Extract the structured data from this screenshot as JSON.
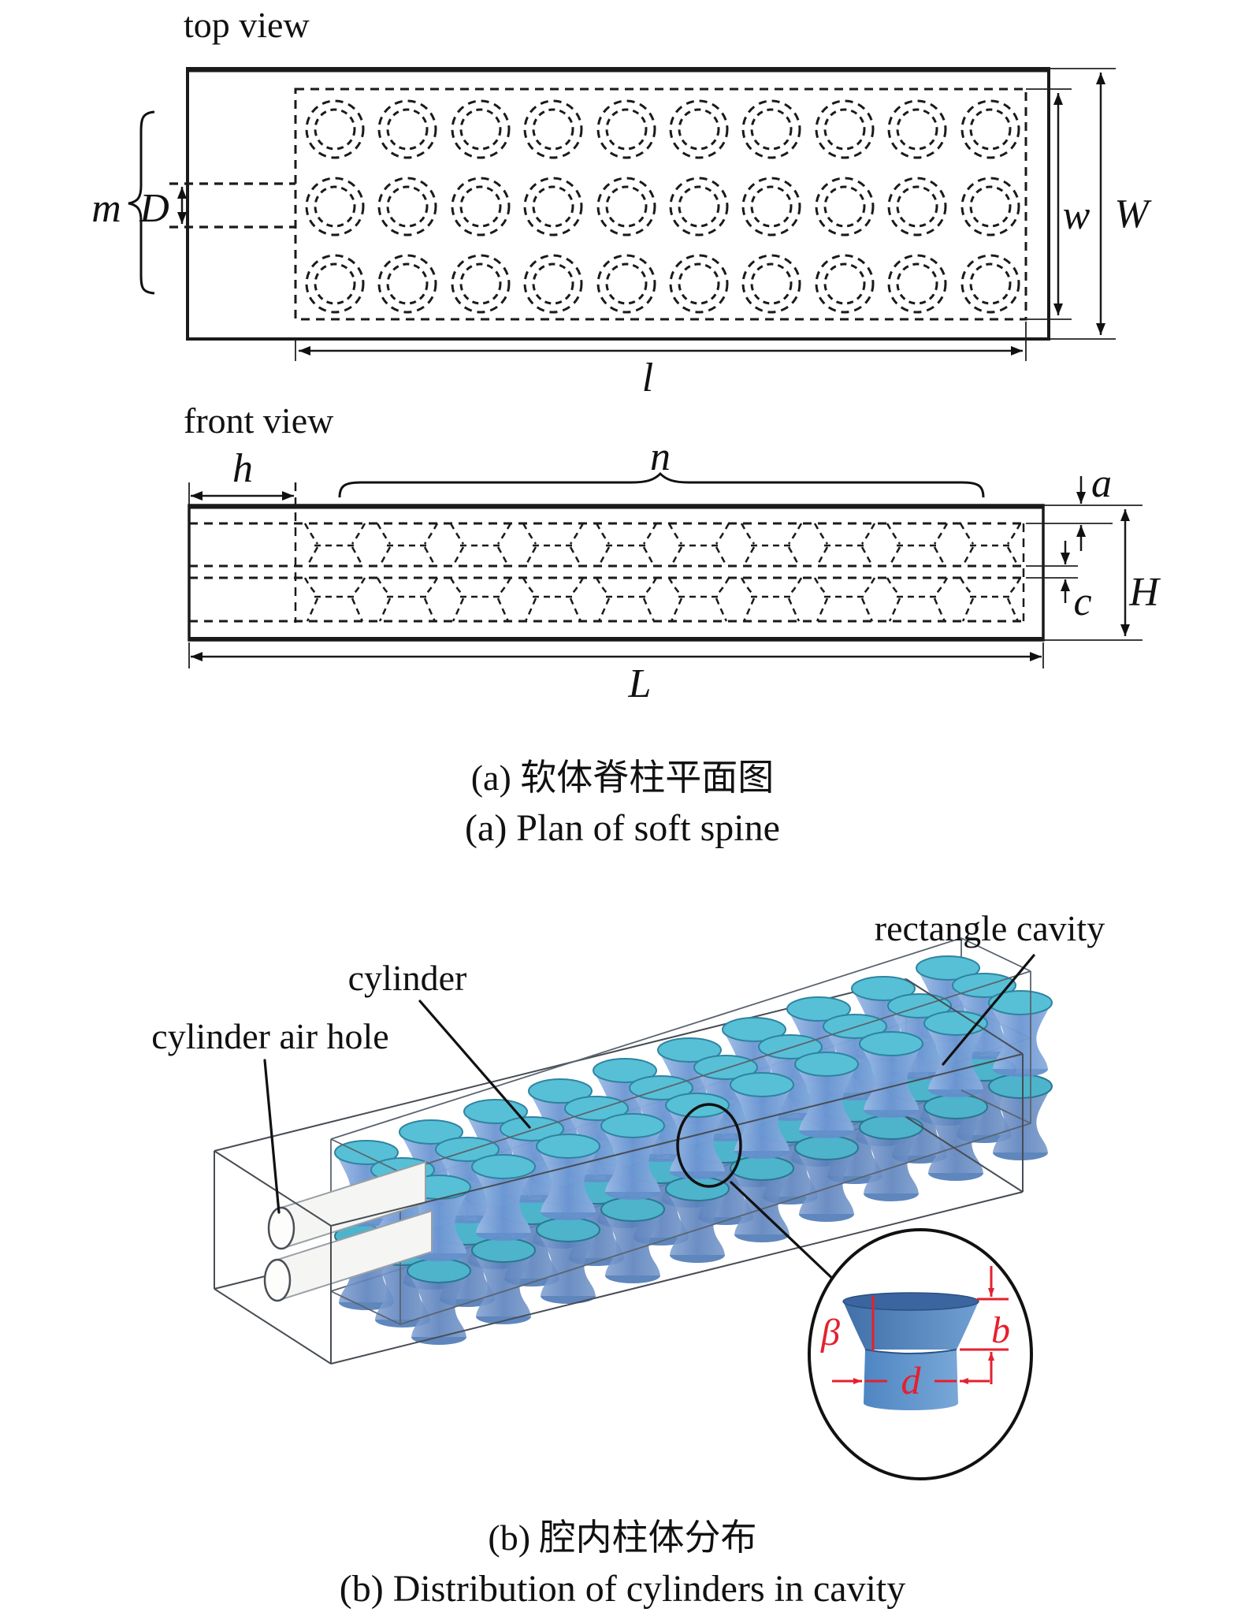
{
  "figure": {
    "colors": {
      "line": "#1a1a1a",
      "annotation_red": "#e5202e",
      "cylinder_top": "#57c0d6",
      "cylinder_body": "#6b95d2",
      "wireframe": "#474d55"
    },
    "panel_a": {
      "view_labels": {
        "top": "top view",
        "front": "front view"
      },
      "dims": {
        "m": "m",
        "D": "D",
        "w": "w",
        "W": "W",
        "l": "l",
        "h": "h",
        "n": "n",
        "a": "a",
        "H": "H",
        "c": "c",
        "L": "L"
      },
      "top_view_grid": {
        "rows": 3,
        "cols": 10
      },
      "front_view": {
        "rows": 2,
        "units_per_row": 10
      },
      "caption_zh": "(a) 软体脊柱平面图",
      "caption_en": "(a) Plan of soft spine"
    },
    "panel_b": {
      "labels": {
        "cylinder": "cylinder",
        "air_hole": "cylinder air hole",
        "cavity": "rectangle cavity"
      },
      "cylinders": {
        "layers": 2,
        "depth": 3,
        "length": 10
      },
      "detail_dims": {
        "beta": "β",
        "b": "b",
        "d": "d"
      },
      "caption_zh": "(b) 腔内柱体分布",
      "caption_en": "(b) Distribution of cylinders in cavity"
    }
  }
}
